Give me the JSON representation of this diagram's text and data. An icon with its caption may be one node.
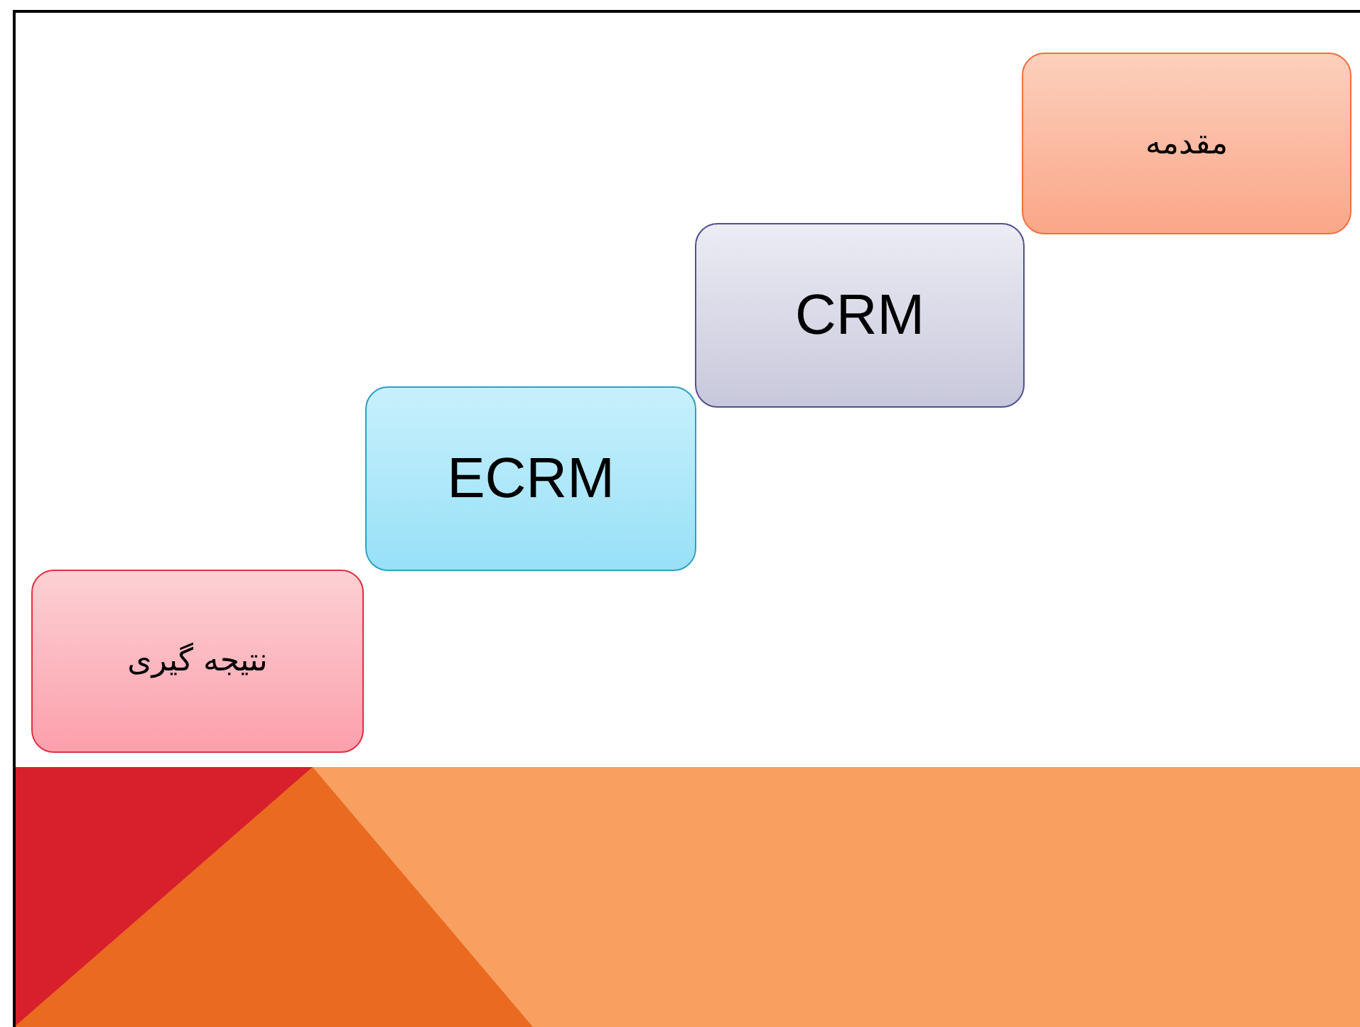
{
  "diagram": {
    "nodes": [
      {
        "text": [
          "مقدمه"
        ]
      },
      {
        "text": [
          "CRM"
        ]
      },
      {
        "text": [
          "ECRM"
        ]
      },
      {
        "text": [
          "نتیجه گیری"
        ]
      }
    ]
  }
}
